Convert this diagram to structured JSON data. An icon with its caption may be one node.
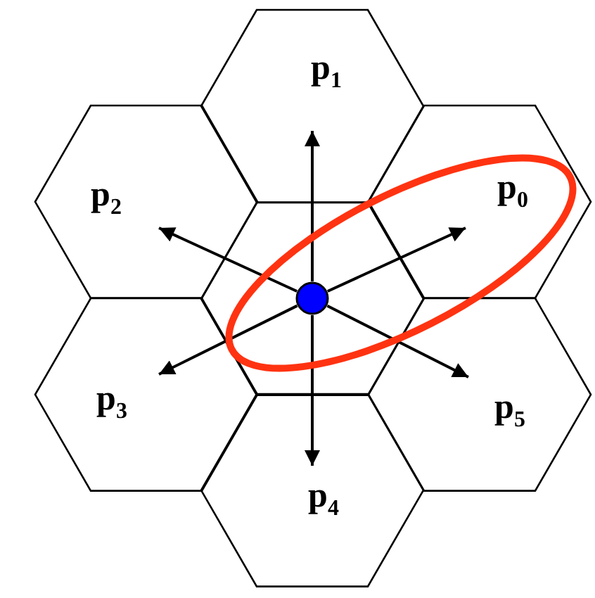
{
  "diagram": {
    "nodes": [
      {
        "text": [
          "p$_{1}$"
        ]
      },
      {
        "text": [
          "p$_{2}$"
        ]
      },
      {
        "text": [
          "p$_{0}$"
        ]
      },
      {
        "text": [],
        "shape": "hexagon"
      },
      {
        "text": [],
        "shape": "circle",
        "in": 3
      },
      {
        "text": [
          "p$_{3}$"
        ]
      },
      {
        "text": [
          "p$_{5}$"
        ]
      },
      {
        "text": [
          "p$_{4}$"
        ]
      }
    ],
    "edges": [
      {
        "from": 4,
        "to": 2,
        "arrow": "to"
      },
      {
        "from": 4,
        "to": 0,
        "arrow": "to"
      },
      {
        "from": 4,
        "to": 1,
        "arrow": "to"
      },
      {
        "from": 4,
        "to": 5,
        "arrow": "to"
      },
      {
        "from": 4,
        "to": 7,
        "arrow": "to"
      },
      {
        "from": 4,
        "to": 6,
        "arrow": "to"
      }
    ]
  }
}
